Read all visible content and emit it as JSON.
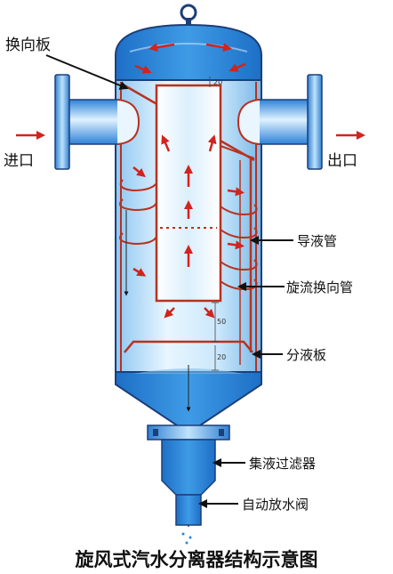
{
  "diagram": {
    "title": "旋风式汽水分离器结构示意图",
    "labels": {
      "deflector": "换向板",
      "inlet": "进口",
      "outlet": "出口",
      "guide_pipe": "导液管",
      "swirl_pipe": "旋流换向管",
      "separator_plate": "分液板",
      "liquid_filter": "集液过滤器",
      "auto_drain_valve": "自动放水阀"
    },
    "dimensions": {
      "top_gap": "20",
      "mid_gap": "50",
      "bottom_gap": "20"
    }
  },
  "colors": {
    "vessel_blue": "#2a86dd",
    "vessel_light": "#bfe3fb",
    "pipe_red": "#b8321f",
    "arrow_red": "#d2231d",
    "outline": "#1c3f78"
  }
}
